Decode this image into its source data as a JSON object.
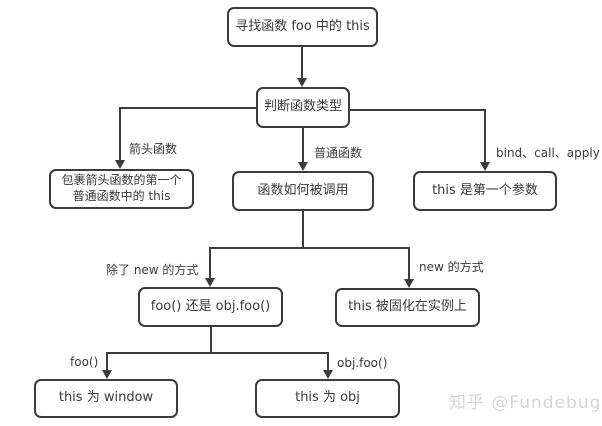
{
  "diagram": {
    "title_node": "寻找函数 foo 中的 this",
    "nodes": {
      "find_this": {
        "label": "寻找函数 foo 中的 this"
      },
      "judge_type": {
        "label": "判断函数类型"
      },
      "arrow_wrap": {
        "label": "包裹箭头函数的第一个\n普通函数中的 this"
      },
      "how_called": {
        "label": "函数如何被调用"
      },
      "first_param": {
        "label": "this 是第一个参数"
      },
      "foo_or_objfoo": {
        "label": "foo() 还是 obj.foo()"
      },
      "fixed_instance": {
        "label": "this 被固化在实例上"
      },
      "this_window": {
        "label": "this 为 window"
      },
      "this_obj": {
        "label": "this 为 obj"
      }
    },
    "edge_labels": {
      "arrow_fn": "箭头函数",
      "normal_fn": "普通函数",
      "bind_call_apply": "bind、call、apply",
      "not_new": "除了 new 的方式",
      "new_way": "new 的方式",
      "foo_call": "foo()",
      "obj_foo_call": "obj.foo()"
    },
    "colors": {
      "line": "#3b3b3b",
      "box_border": "#3b3b3b",
      "text": "#3a3a3a",
      "watermark": "#d6d6d6",
      "background": "#ffffff"
    }
  },
  "watermark": {
    "text": "知乎 @Fundebug"
  }
}
